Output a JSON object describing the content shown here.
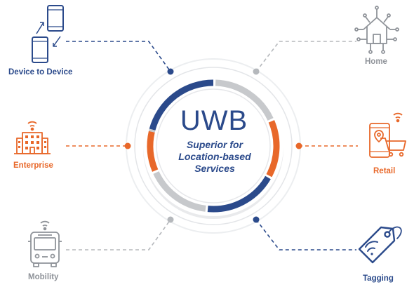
{
  "center": {
    "title": "UWB",
    "subtitle": "Superior for\nLocation-based\nServices"
  },
  "nodes": [
    {
      "id": "device-to-device",
      "label": "Device to Device",
      "icon": "phone-to-phone-icon",
      "color": "#2b4a8b"
    },
    {
      "id": "home",
      "label": "Home",
      "icon": "smart-home-icon",
      "color": "#8f9399"
    },
    {
      "id": "enterprise",
      "label": "Enterprise",
      "icon": "office-building-wifi-icon",
      "color": "#e8682a"
    },
    {
      "id": "retail",
      "label": "Retail",
      "icon": "retail-shopping-icon",
      "color": "#e8682a"
    },
    {
      "id": "mobility",
      "label": "Mobility",
      "icon": "bus-icon",
      "color": "#8f9399"
    },
    {
      "id": "tagging",
      "label": "Tagging",
      "icon": "wireless-tag-icon",
      "color": "#2b4a8b"
    }
  ],
  "colors": {
    "navy": "#2b4a8b",
    "orange": "#e8682a",
    "gray": "#8f9399",
    "light_gray": "#c7c9cc"
  }
}
